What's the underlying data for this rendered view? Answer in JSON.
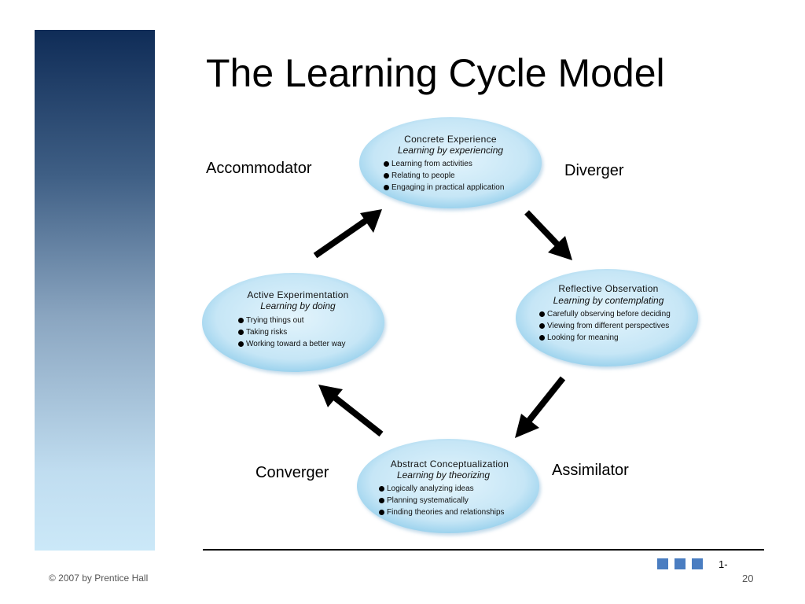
{
  "slide": {
    "title": "The Learning Cycle Model",
    "copyright": "© 2007 by Prentice Hall",
    "page_prefix": "1-",
    "page_number": "20"
  },
  "diagram": {
    "nodes": [
      {
        "heading": "Concrete Experience",
        "subtitle": "Learning by experiencing",
        "items": [
          "Learning from activities",
          "Relating to people",
          "Engaging in practical application"
        ]
      },
      {
        "heading": "Reflective Observation",
        "subtitle": "Learning by contemplating",
        "items": [
          "Carefully observing before deciding",
          "Viewing from different perspectives",
          "Looking for meaning"
        ]
      },
      {
        "heading": "Abstract Conceptualization",
        "subtitle": "Learning by theorizing",
        "items": [
          "Logically analyzing ideas",
          "Planning systematically",
          "Finding theories and relationships"
        ]
      },
      {
        "heading": "Active Experimentation",
        "subtitle": "Learning by doing",
        "items": [
          "Trying things out",
          "Taking risks",
          "Working toward a better way"
        ]
      }
    ],
    "corners": {
      "top_left": "Accommodator",
      "top_right": "Diverger",
      "bottom_right": "Assimilator",
      "bottom_left": "Converger"
    }
  },
  "colors": {
    "oval_fill": "#c6e6f6",
    "oval_edge": "#8ccbea",
    "page_squares": "#4a7dc1"
  }
}
